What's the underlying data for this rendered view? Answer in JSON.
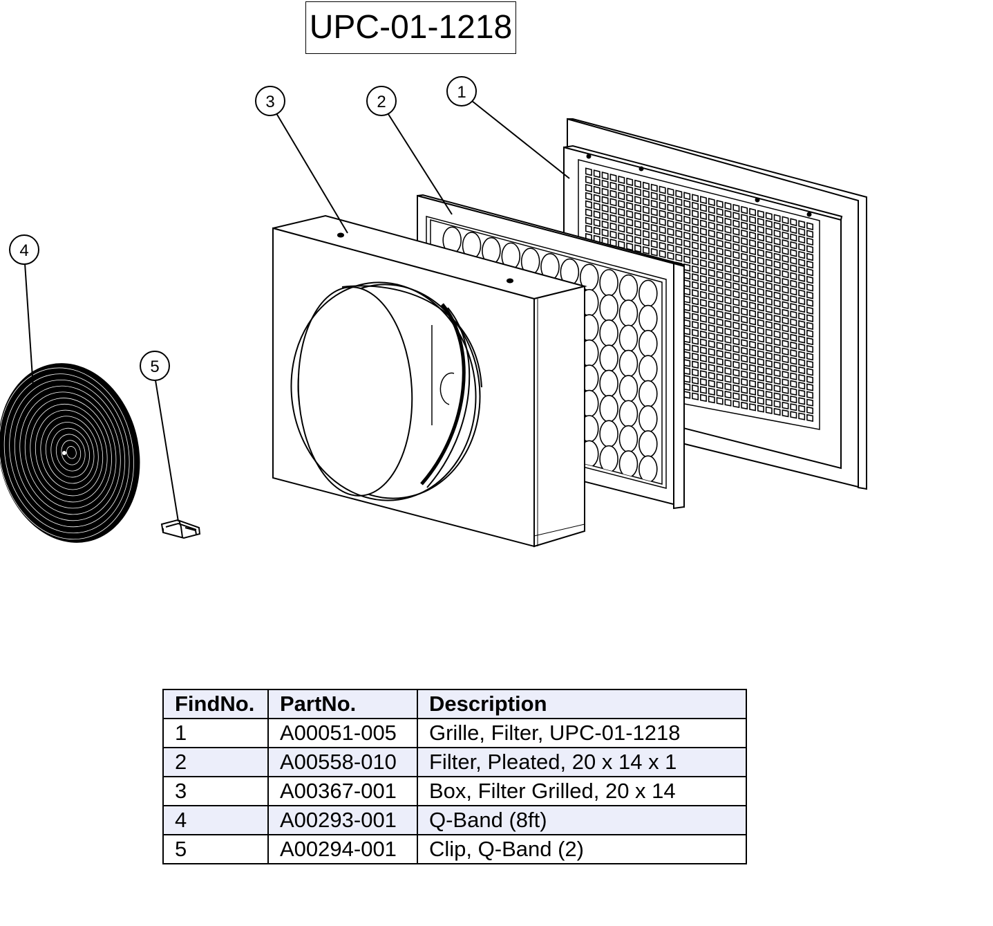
{
  "title": "UPC-01-1218",
  "callouts": [
    "1",
    "2",
    "3",
    "4",
    "5"
  ],
  "icons": [
    "grille-icon",
    "filter-icon",
    "filter-box-icon",
    "q-band-roll-icon",
    "q-band-clip-icon"
  ],
  "table": {
    "headers": [
      "FindNo.",
      "PartNo.",
      "Description"
    ],
    "rows": [
      [
        "1",
        "A00051-005",
        "Grille, Filter, UPC-01-1218"
      ],
      [
        "2",
        "A00558-010",
        "Filter, Pleated, 20 x 14 x 1"
      ],
      [
        "3",
        "A00367-001",
        "Box, Filter Grilled, 20 x 14"
      ],
      [
        "4",
        "A00293-001",
        "Q-Band (8ft)"
      ],
      [
        "5",
        "A00294-001",
        "Clip, Q-Band (2)"
      ]
    ],
    "row_shading": "#eceefa"
  }
}
